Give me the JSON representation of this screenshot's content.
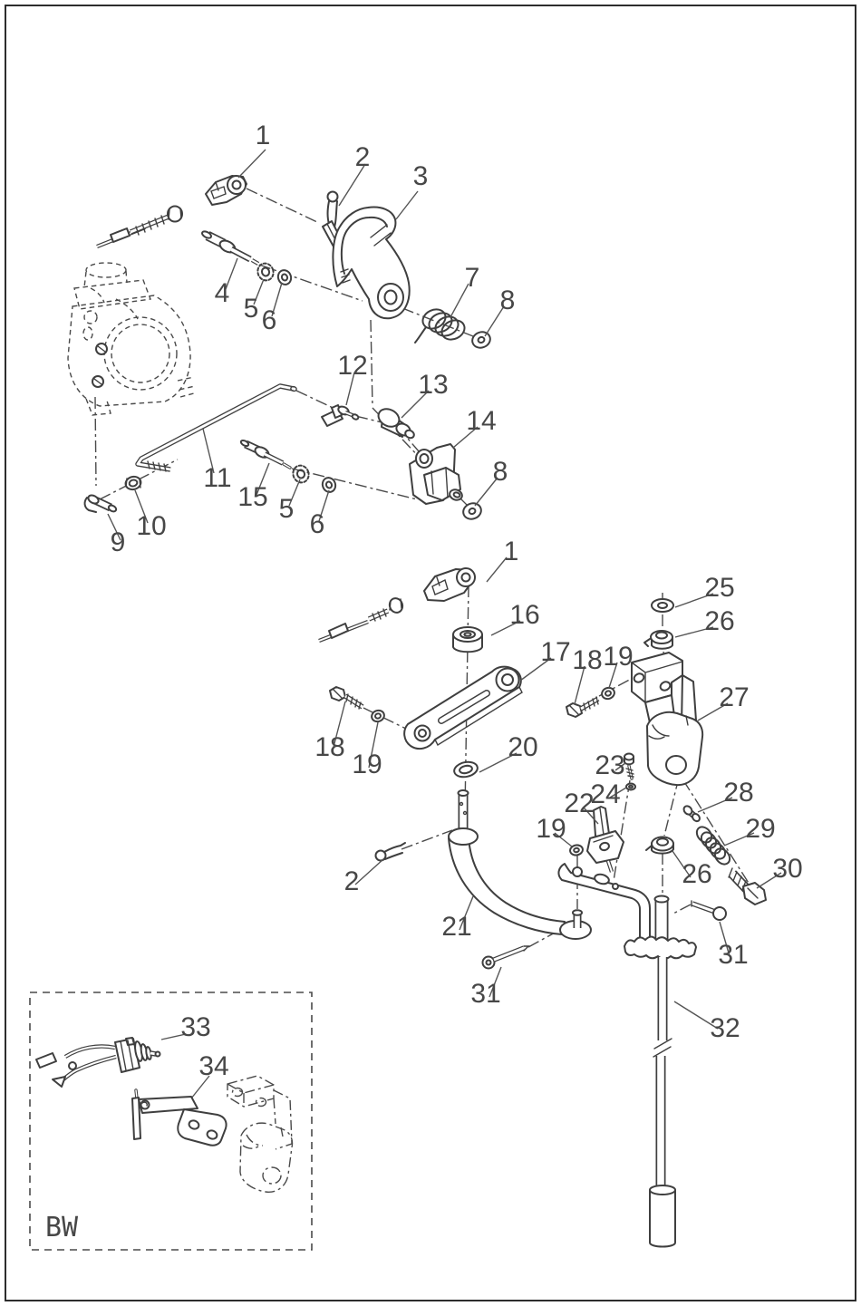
{
  "page": {
    "background": "#ffffff",
    "border_color": "#2d2d2d"
  },
  "diagram": {
    "type": "exploded-parts-diagram",
    "line_color": "#3f3f3f",
    "callout_color": "#474747",
    "inset_label": "BW",
    "callouts": [
      {
        "id": "1a",
        "text": "1"
      },
      {
        "id": "2a",
        "text": "2"
      },
      {
        "id": "3",
        "text": "3"
      },
      {
        "id": "4",
        "text": "4"
      },
      {
        "id": "5a",
        "text": "5"
      },
      {
        "id": "6a",
        "text": "6"
      },
      {
        "id": "7",
        "text": "7"
      },
      {
        "id": "8a",
        "text": "8"
      },
      {
        "id": "12",
        "text": "12"
      },
      {
        "id": "13",
        "text": "13"
      },
      {
        "id": "14",
        "text": "14"
      },
      {
        "id": "8b",
        "text": "8"
      },
      {
        "id": "11",
        "text": "11"
      },
      {
        "id": "15",
        "text": "15"
      },
      {
        "id": "5b",
        "text": "5"
      },
      {
        "id": "6b",
        "text": "6"
      },
      {
        "id": "9",
        "text": "9"
      },
      {
        "id": "10",
        "text": "10"
      },
      {
        "id": "1b",
        "text": "1"
      },
      {
        "id": "16",
        "text": "16"
      },
      {
        "id": "17",
        "text": "17"
      },
      {
        "id": "18b",
        "text": "18"
      },
      {
        "id": "19b",
        "text": "19"
      },
      {
        "id": "25",
        "text": "25"
      },
      {
        "id": "26a",
        "text": "26"
      },
      {
        "id": "27",
        "text": "27"
      },
      {
        "id": "18a",
        "text": "18"
      },
      {
        "id": "19a",
        "text": "19"
      },
      {
        "id": "20",
        "text": "20"
      },
      {
        "id": "23",
        "text": "23"
      },
      {
        "id": "24",
        "text": "24"
      },
      {
        "id": "22",
        "text": "22"
      },
      {
        "id": "19c",
        "text": "19"
      },
      {
        "id": "2b",
        "text": "2"
      },
      {
        "id": "21",
        "text": "21"
      },
      {
        "id": "26b",
        "text": "26"
      },
      {
        "id": "28",
        "text": "28"
      },
      {
        "id": "29",
        "text": "29"
      },
      {
        "id": "30",
        "text": "30"
      },
      {
        "id": "31a",
        "text": "31"
      },
      {
        "id": "31b",
        "text": "31"
      },
      {
        "id": "32",
        "text": "32"
      },
      {
        "id": "33",
        "text": "33"
      },
      {
        "id": "34",
        "text": "34"
      }
    ]
  }
}
